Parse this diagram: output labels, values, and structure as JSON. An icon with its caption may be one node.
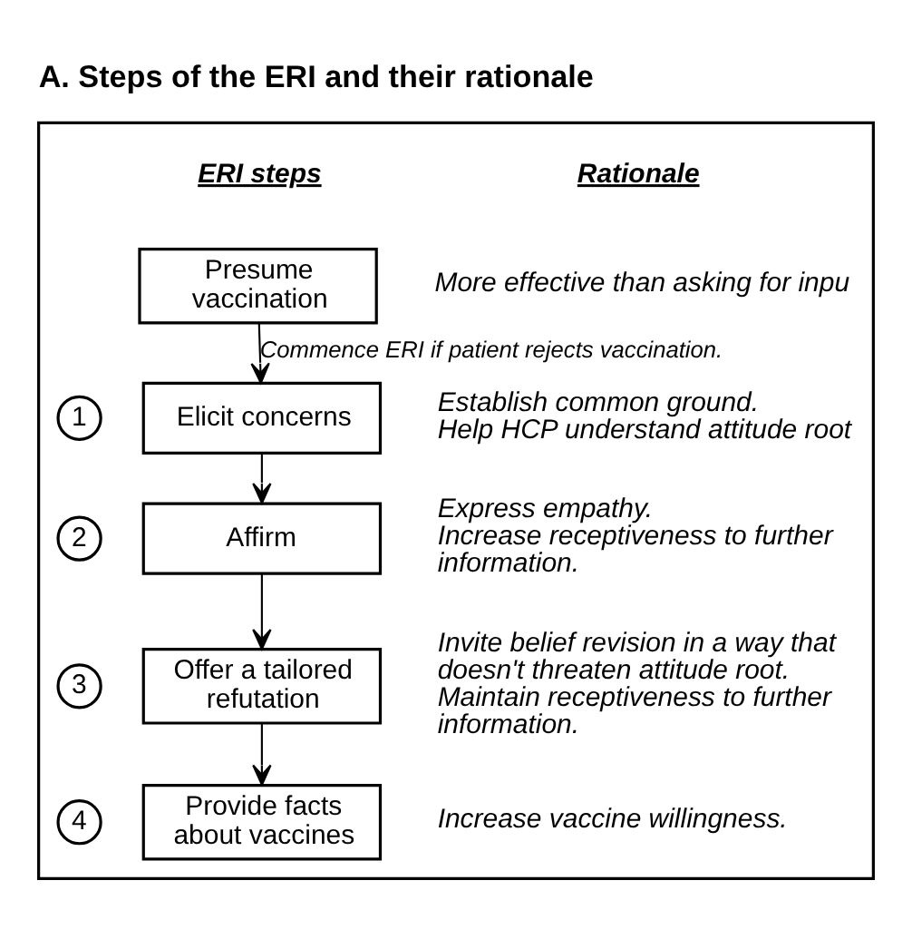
{
  "diagram": {
    "title": "A. Steps of the ERI and their rationale",
    "nodes": [
      {
        "text": [],
        "shape": "box"
      },
      {
        "text": [
          "Presume vaccination"
        ],
        "in": 0,
        "beside": [
          "More effective than asking for inpu"
        ]
      },
      {
        "text": [
          "1"
        ],
        "in": 0
      },
      {
        "text": [
          "Elicit concerns"
        ],
        "in": 0,
        "beside": [
          "Establish common ground.",
          "Help HCP understand attitude root"
        ]
      },
      {
        "text": [
          "2"
        ],
        "in": 0
      },
      {
        "text": [
          "Affirm"
        ],
        "in": 0,
        "beside": [
          "Express empathy.",
          "Increase receptiveness to further information."
        ]
      },
      {
        "text": [
          "3"
        ],
        "in": 0
      },
      {
        "text": [
          "Offer a tailored refutation"
        ],
        "in": 0,
        "beside": [
          "Invite belief revision in a way that doesn't threaten attitude root.",
          "Maintain receptiveness to further information."
        ]
      },
      {
        "text": [
          "4"
        ],
        "in": 0
      },
      {
        "text": [
          "Provide facts about vaccines"
        ],
        "in": 0,
        "beside": [
          "Increase vaccine willingness."
        ]
      }
    ],
    "edges": [
      {
        "from": 1,
        "to": 3,
        "arrow": "to",
        "label": "Commence ERI if patient rejects vaccination."
      },
      {
        "from": 3,
        "to": 5,
        "arrow": "to"
      },
      {
        "from": 5,
        "to": 7,
        "arrow": "to"
      },
      {
        "from": 7,
        "to": 9,
        "arrow": "to"
      }
    ],
    "labels": [
      "ERI steps",
      "Rationale"
    ]
  }
}
